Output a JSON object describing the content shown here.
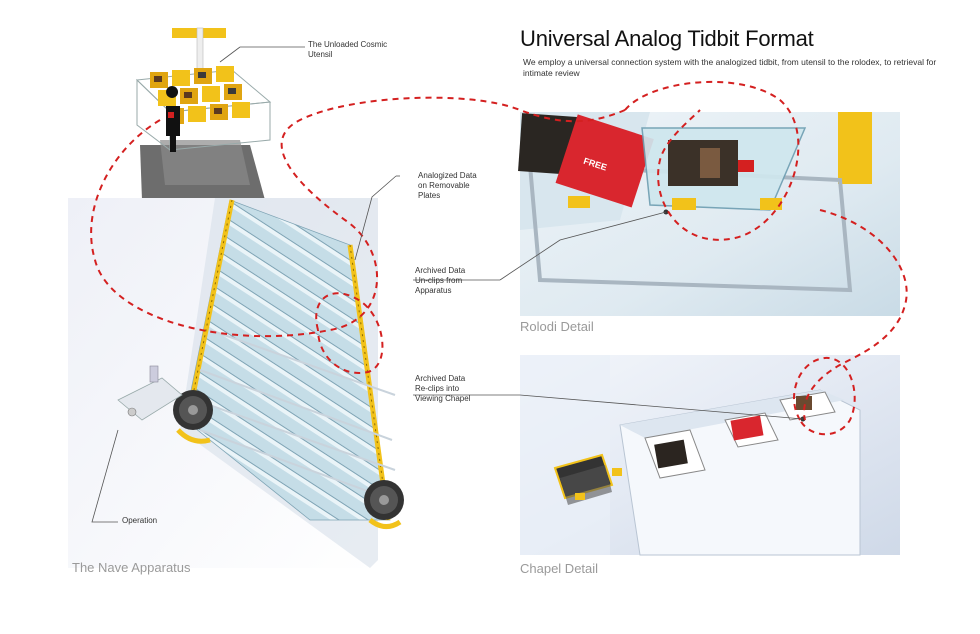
{
  "header": {
    "title": "Universal Analog Tidbit Format",
    "subtitle": "We employ a universal connection system with the analogized tidbit, from utensil to the rolodex, to retrieval for intimate review"
  },
  "callouts": {
    "cosmic_utensil": "The Unloaded Cosmic\nUtensil",
    "analogized_data": "Analogized Data\non Removable\nPlates",
    "unclips": "Archived Data\nUn-clips from\nApparatus",
    "reclips": "Archived Data\nRe-clips into\nViewing Chapel",
    "operation": "Operation"
  },
  "captions": {
    "nave": "The Nave Apparatus",
    "rolodi": "Rolodi Detail",
    "chapel": "Chapel Detail"
  },
  "colors": {
    "dashed_path": "#d42020",
    "accent_yellow": "#f2c21a",
    "glass": "#bcd8e6",
    "caption_gray": "#9a9a9a"
  }
}
